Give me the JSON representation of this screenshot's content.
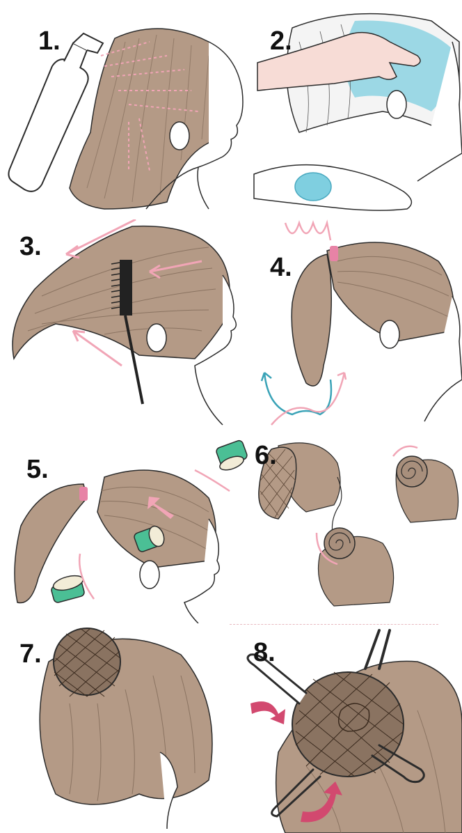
{
  "steps": [
    {
      "number": "1."
    },
    {
      "number": "2."
    },
    {
      "number": "3."
    },
    {
      "number": "4."
    },
    {
      "number": "5."
    },
    {
      "number": "6."
    },
    {
      "number": "7."
    },
    {
      "number": "8."
    }
  ],
  "colors": {
    "hair": "#b49a86",
    "hair_dark": "#8a7361",
    "skin": "#ffffff",
    "outline": "#2b2b2b",
    "pink_arrow": "#f1a5b6",
    "magenta_arrow": "#d2496f",
    "gel_blue": "#7fcfe0",
    "container_green": "#4bbf95",
    "container_lid": "#f2ecd7",
    "net": "#5a4535",
    "hairpin": "#2b2b2b",
    "hand_skin": "#f7dcd6"
  }
}
